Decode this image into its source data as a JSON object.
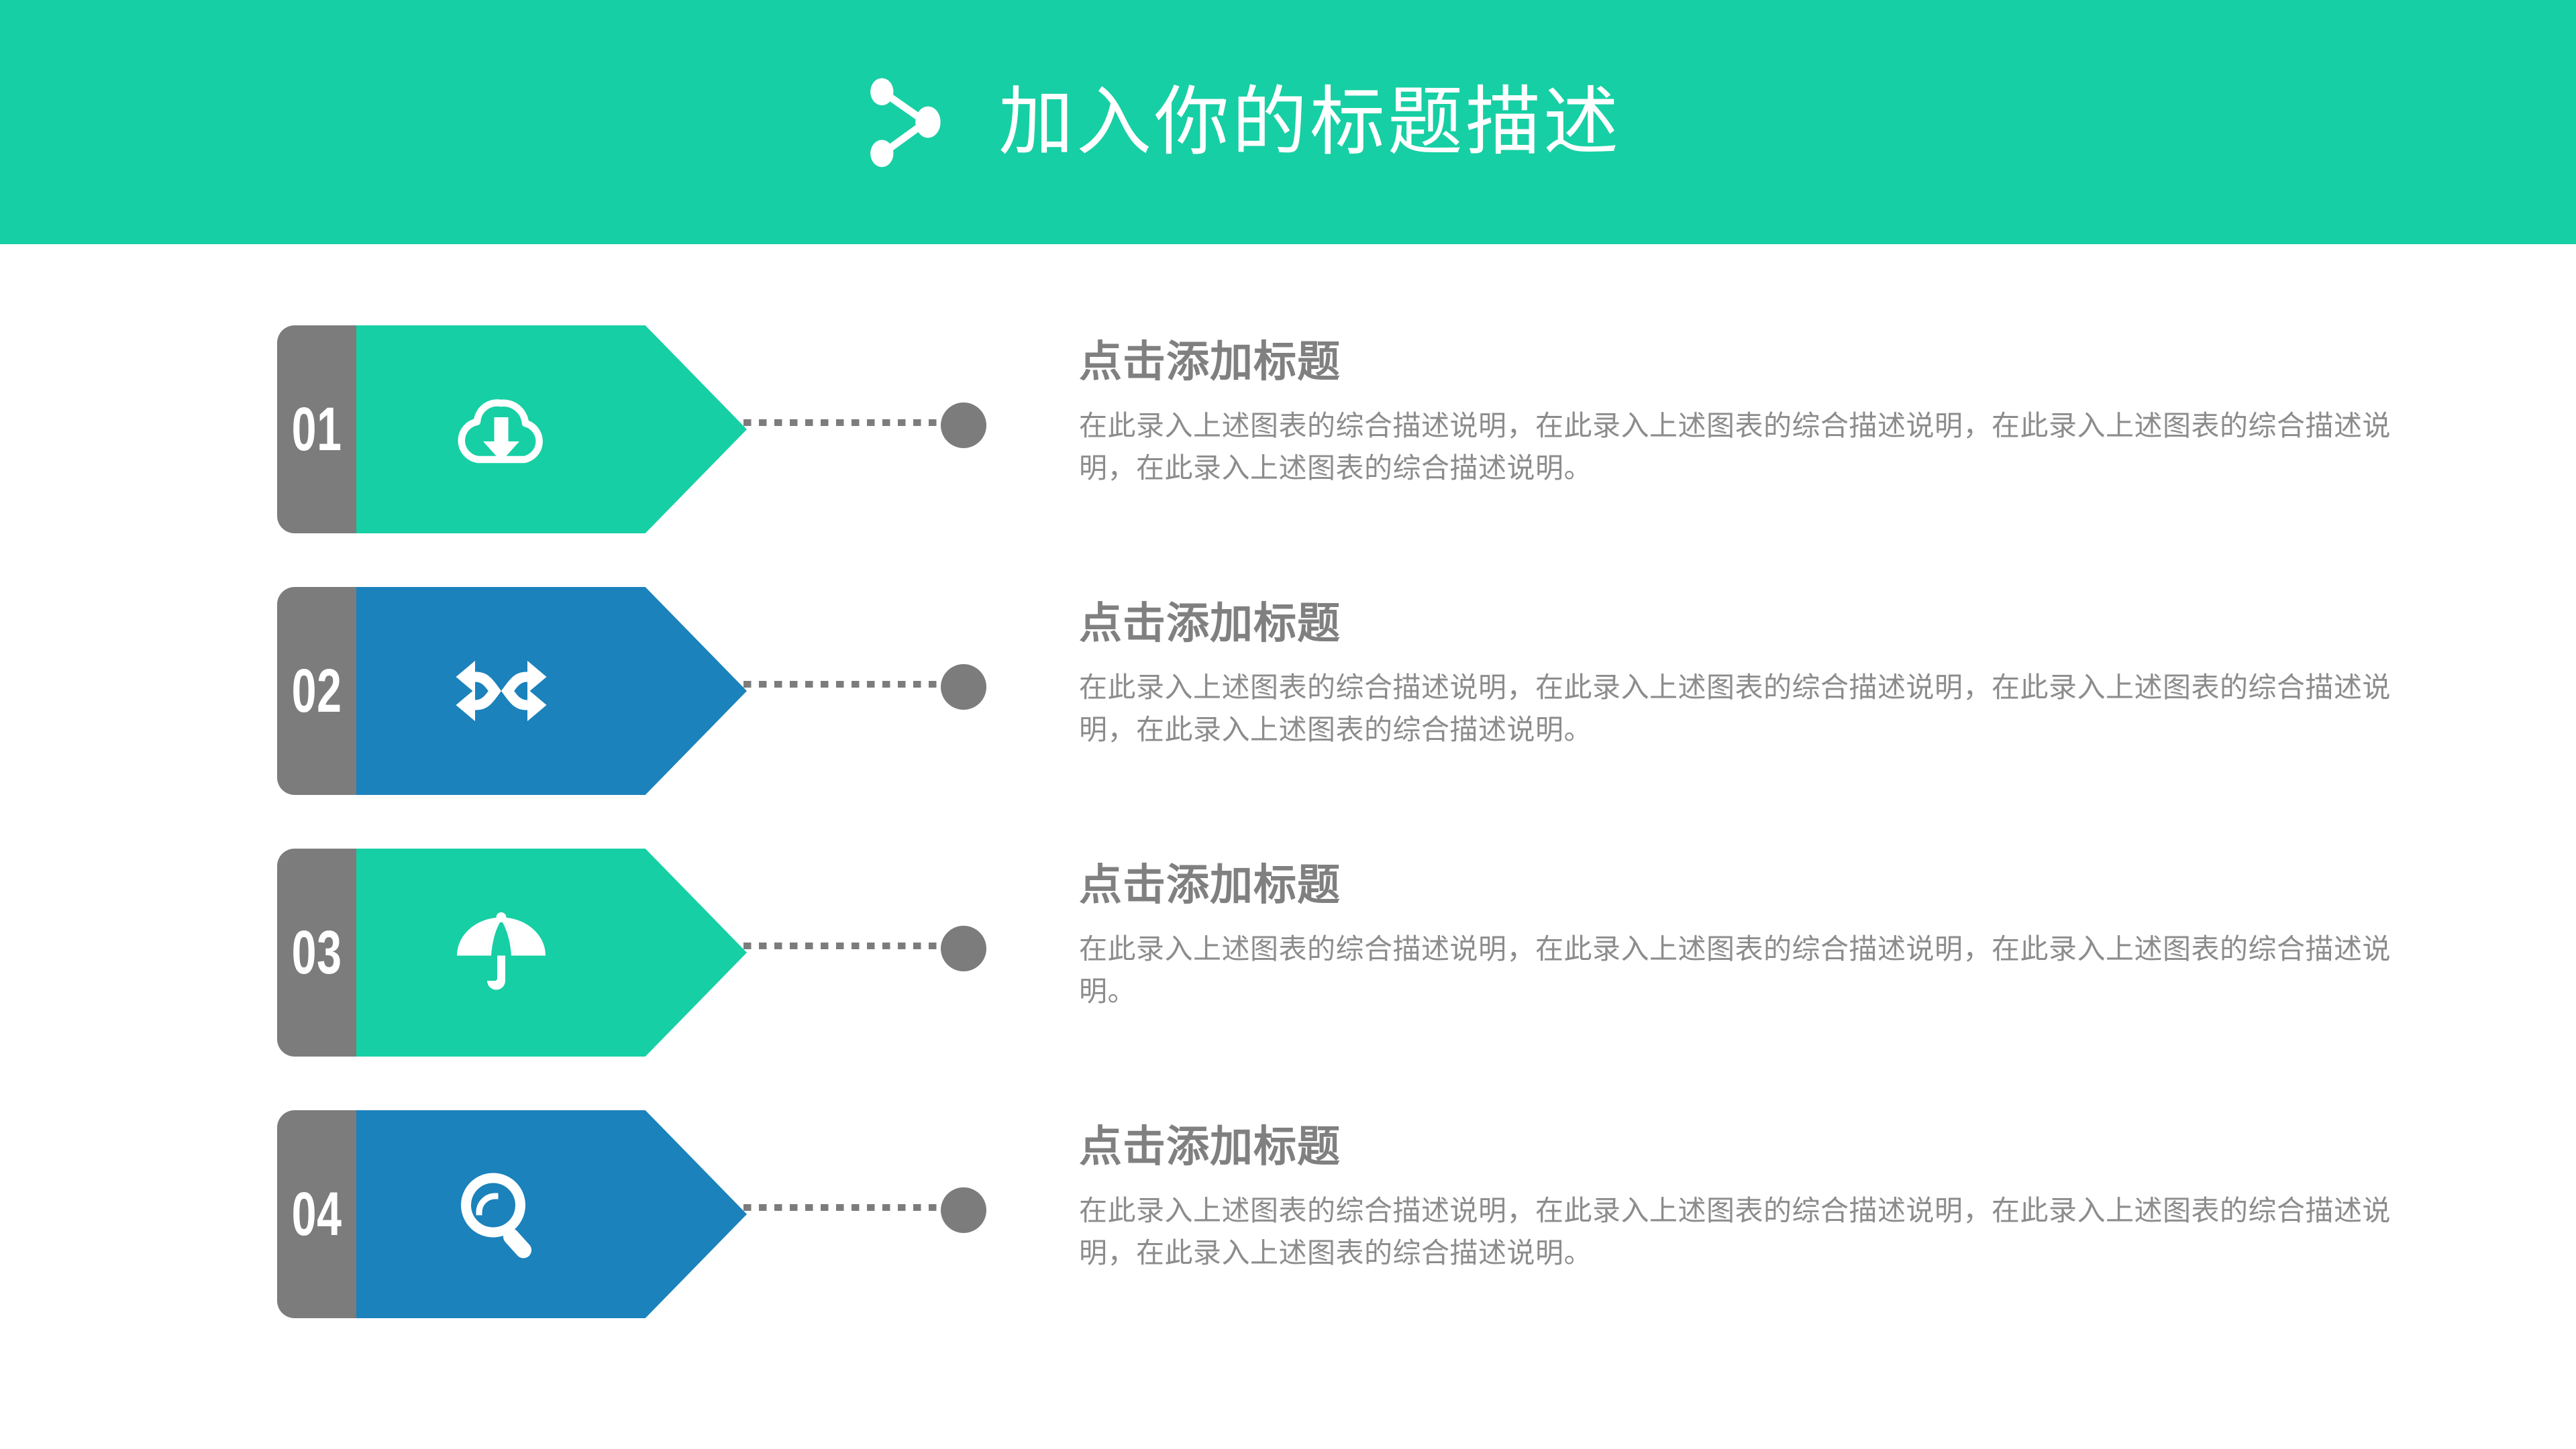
{
  "header": {
    "title": "加入你的标题描述",
    "icon": "share-network-icon",
    "background_color": "#17CFA4",
    "text_color": "#FFFFFF"
  },
  "colors": {
    "green": "#17CFA4",
    "blue": "#1B82BC",
    "gray": "#7C7C7C",
    "title_gray": "#808080",
    "body_gray": "#8C8C8C",
    "white": "#FFFFFF"
  },
  "rows": [
    {
      "number": "01",
      "icon": "cloud-download-icon",
      "accent_color": "#17CFA4",
      "title": "点击添加标题",
      "body": "在此录入上述图表的综合描述说明，在此录入上述图表的综合描述说明，在此录入上述图表的综合描述说明，在此录入上述图表的综合描述说明。"
    },
    {
      "number": "02",
      "icon": "shuffle-icon",
      "accent_color": "#1B82BC",
      "title": "点击添加标题",
      "body": "在此录入上述图表的综合描述说明，在此录入上述图表的综合描述说明，在此录入上述图表的综合描述说明，在此录入上述图表的综合描述说明。"
    },
    {
      "number": "03",
      "icon": "umbrella-icon",
      "accent_color": "#17CFA4",
      "title": "点击添加标题",
      "body": "在此录入上述图表的综合描述说明，在此录入上述图表的综合描述说明，在此录入上述图表的综合描述说明。"
    },
    {
      "number": "04",
      "icon": "magnifier-icon",
      "accent_color": "#1B82BC",
      "title": "点击添加标题",
      "body": "在此录入上述图表的综合描述说明，在此录入上述图表的综合描述说明，在此录入上述图表的综合描述说明，在此录入上述图表的综合描述说明。"
    }
  ]
}
